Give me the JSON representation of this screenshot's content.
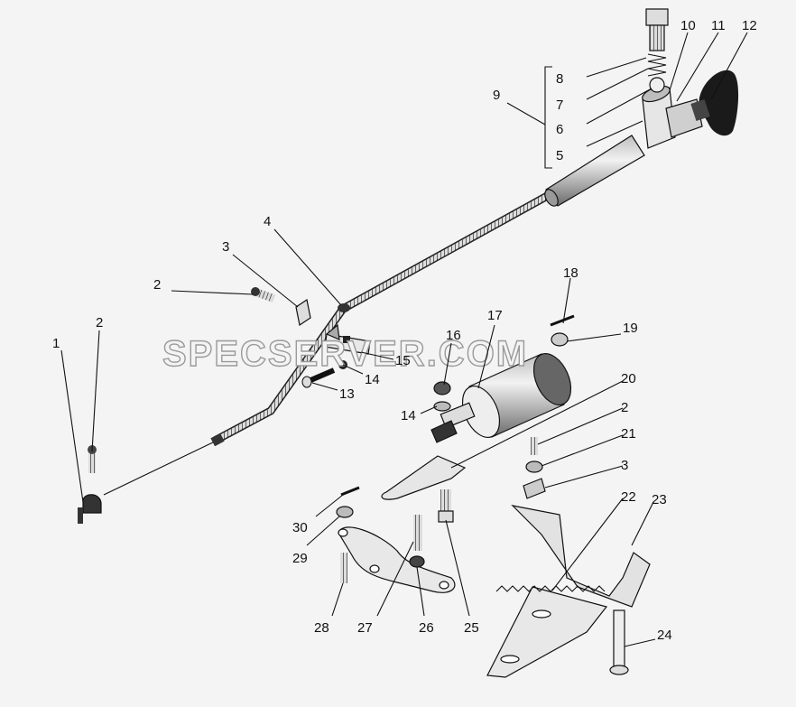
{
  "watermark": "SPECSERVER.COM",
  "callouts": [
    {
      "id": "c1",
      "text": "1"
    },
    {
      "id": "c2a",
      "text": "2"
    },
    {
      "id": "c2b",
      "text": "2"
    },
    {
      "id": "c2c",
      "text": "2"
    },
    {
      "id": "c3a",
      "text": "3"
    },
    {
      "id": "c3b",
      "text": "3"
    },
    {
      "id": "c4",
      "text": "4"
    },
    {
      "id": "c5",
      "text": "5"
    },
    {
      "id": "c6",
      "text": "6"
    },
    {
      "id": "c7",
      "text": "7"
    },
    {
      "id": "c8",
      "text": "8"
    },
    {
      "id": "c9",
      "text": "9"
    },
    {
      "id": "c10",
      "text": "10"
    },
    {
      "id": "c11",
      "text": "11"
    },
    {
      "id": "c12",
      "text": "12"
    },
    {
      "id": "c13",
      "text": "13"
    },
    {
      "id": "c14a",
      "text": "14"
    },
    {
      "id": "c14b",
      "text": "14"
    },
    {
      "id": "c15",
      "text": "15"
    },
    {
      "id": "c16",
      "text": "16"
    },
    {
      "id": "c17",
      "text": "17"
    },
    {
      "id": "c18",
      "text": "18"
    },
    {
      "id": "c19",
      "text": "19"
    },
    {
      "id": "c20",
      "text": "20"
    },
    {
      "id": "c21",
      "text": "21"
    },
    {
      "id": "c22",
      "text": "22"
    },
    {
      "id": "c23",
      "text": "23"
    },
    {
      "id": "c24",
      "text": "24"
    },
    {
      "id": "c25",
      "text": "25"
    },
    {
      "id": "c26",
      "text": "26"
    },
    {
      "id": "c27",
      "text": "27"
    },
    {
      "id": "c28",
      "text": "28"
    },
    {
      "id": "c29",
      "text": "29"
    },
    {
      "id": "c30",
      "text": "30"
    }
  ]
}
